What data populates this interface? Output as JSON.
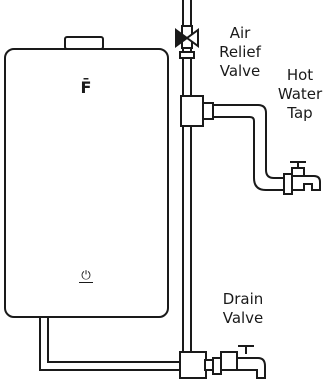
{
  "labels": {
    "air_relief_valve": [
      "Air",
      "Relief",
      "Valve"
    ],
    "hot_water_tap": [
      "Hot",
      "Water",
      "Tap"
    ],
    "drain_valve": [
      "Drain",
      "Valve"
    ]
  },
  "heater": {
    "logo_glyph": "F̄",
    "power_glyph": "⏻"
  }
}
